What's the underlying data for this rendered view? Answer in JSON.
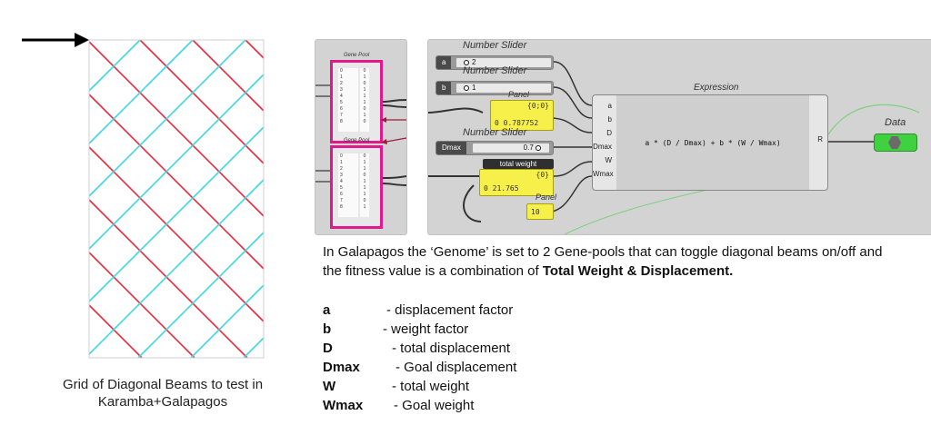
{
  "colors": {
    "grid_red": "#e8293c",
    "grid_cyan": "#3dd7e0",
    "gene_pool_border": "#e01a8c",
    "panel_yellow": "#f8f04a",
    "data_green": "#3fd13f",
    "wire": "#333333",
    "link_arrow": "#9b1b3a"
  },
  "grid": {
    "caption_line1": "Grid of Diagonal Beams to test in",
    "caption_line2": "Karamba+Galapagos"
  },
  "gene_pools": [
    {
      "title": "Gene Pool",
      "indices": [
        "0",
        "1",
        "2",
        "3",
        "4",
        "5",
        "6",
        "7",
        "8"
      ],
      "values": [
        "0",
        "1",
        "0",
        "1",
        "1",
        "1",
        "0",
        "1",
        "0"
      ]
    },
    {
      "title": "Gene Pool",
      "indices": [
        "0",
        "1",
        "2",
        "3",
        "4",
        "5",
        "6",
        "7",
        "8"
      ],
      "values": [
        "0",
        "1",
        "1",
        "0",
        "1",
        "1",
        "1",
        "0",
        "1"
      ]
    }
  ],
  "components": {
    "slider_a": {
      "title": "Number Slider",
      "name": "a",
      "value": "2"
    },
    "slider_b": {
      "title": "Number Slider",
      "name": "b",
      "value": "1"
    },
    "slider_dmax": {
      "title": "Number Slider",
      "name": "Dmax",
      "value": "0.7"
    },
    "panel_d": {
      "title": "Panel",
      "path": "{0;0}",
      "value": "0 0.787752"
    },
    "panel_w": {
      "title": "total weight",
      "path": "{0}",
      "value": "0 21.765"
    },
    "panel_wmax": {
      "title": "Panel",
      "value": "10"
    },
    "expression": {
      "title": "Expression",
      "inputs": [
        "a",
        "b",
        "D",
        "Dmax",
        "W",
        "Wmax"
      ],
      "formula": "a * (D / Dmax) + b * (W / Wmax)",
      "output": "R"
    },
    "data": {
      "title": "Data"
    }
  },
  "description": {
    "text": "In Galapagos the ‘Genome’ is set to 2 Gene-pools that can toggle diagonal beams on/off and the fitness value is a combination of ",
    "bold": "Total Weight & Displacement."
  },
  "legend": [
    {
      "symbol": "a",
      "definition": "- displacement factor"
    },
    {
      "symbol": "b",
      "definition": "- weight factor"
    },
    {
      "symbol": "D",
      "definition": "- total displacement"
    },
    {
      "symbol": "Dmax",
      "definition": "- Goal displacement"
    },
    {
      "symbol": "W",
      "definition": "- total weight"
    },
    {
      "symbol": "Wmax",
      "definition": "- Goal weight"
    }
  ]
}
